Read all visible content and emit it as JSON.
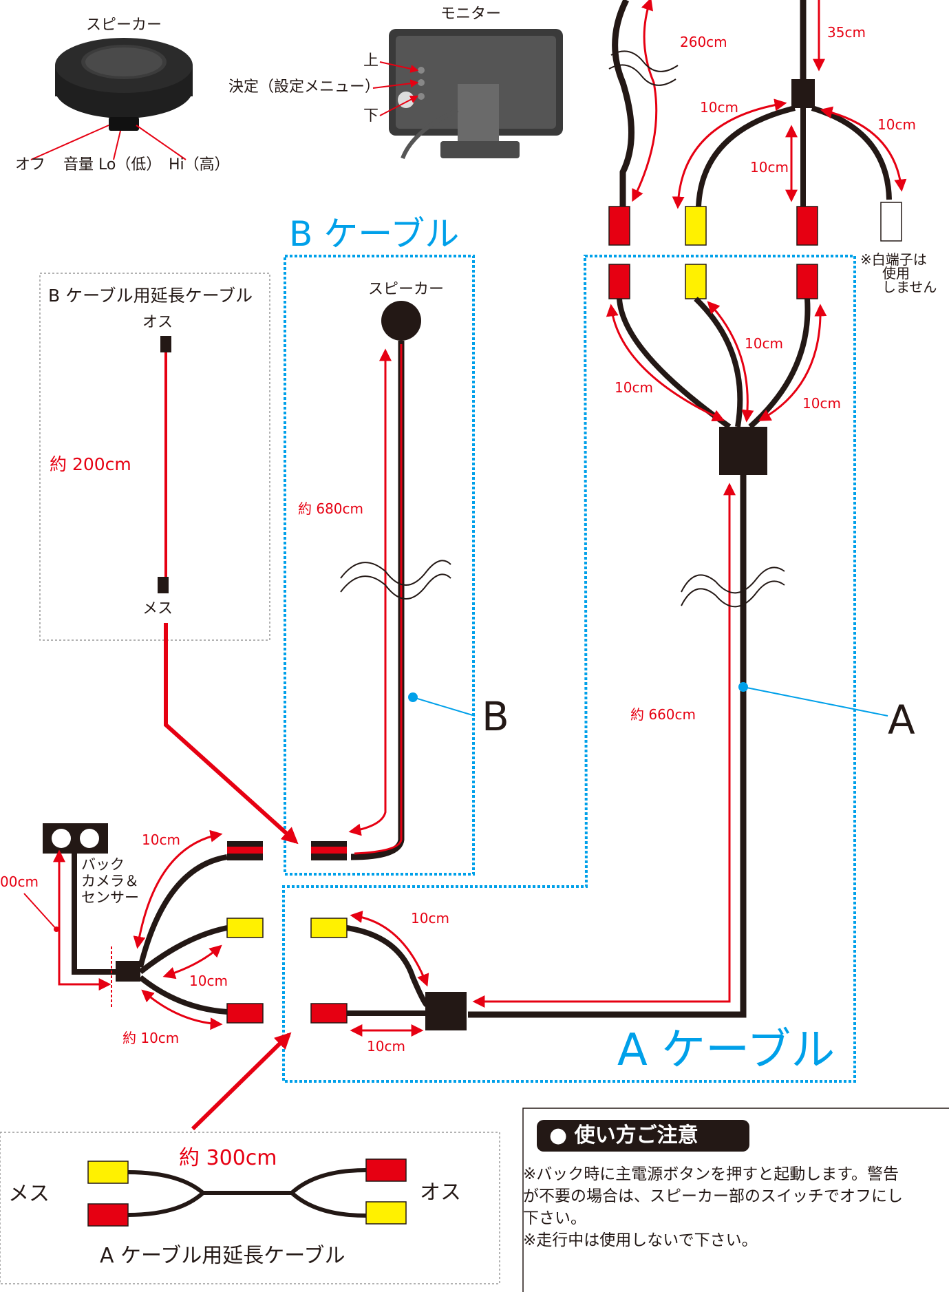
{
  "colors": {
    "wire_red": "#e60012",
    "wire_black": "#231815",
    "plug_yellow": "#fff100",
    "frame_blue": "#00a0e9"
  },
  "speaker_photo": {
    "title": "スピーカー",
    "label_off": "オフ",
    "label_volume": "音量 Lo（低）",
    "label_hi": "Hi（高）"
  },
  "monitor_photo": {
    "title": "モニター",
    "label_up": "上",
    "label_enter": "決定（設定メニュー）",
    "label_down": "下"
  },
  "top_harness": {
    "len_260": "260cm",
    "len_35": "35cm",
    "len_10a": "10cm",
    "len_10b": "10cm",
    "len_10c": "10cm",
    "white_note": [
      "※白端子は",
      "使用",
      "しません"
    ]
  },
  "b_cable": {
    "title": "B ケーブル",
    "speaker": "スピーカー",
    "length": "約 680cm",
    "letter": "B"
  },
  "b_ext": {
    "title": "B ケーブル用延長ケーブル",
    "male": "オス",
    "length": "約 200cm",
    "female": "メス"
  },
  "a_cable": {
    "title": "A ケーブル",
    "len_10a": "10cm",
    "len_10b": "10cm",
    "len_10c": "10cm",
    "length": "約 660cm",
    "letter": "A",
    "len_10d": "10cm",
    "len_10e": "10cm"
  },
  "camera": {
    "label_lines": [
      "バック",
      "カメラ＆",
      "センサー"
    ],
    "len_00": "00cm",
    "len_10a": "10cm",
    "len_10b": "10cm",
    "len_10c": "約 10cm"
  },
  "a_ext": {
    "female": "メス",
    "length": "約 300cm",
    "male": "オス",
    "title": "A ケーブル用延長ケーブル"
  },
  "notes": {
    "heading": "● 使い方ご注意",
    "lines": [
      "※バック時に主電源ボタンを押すと起動します。警告",
      "が不要の場合は、スピーカー部のスイッチでオフにし",
      "下さい。",
      "※走行中は使用しないで下さい。"
    ]
  }
}
